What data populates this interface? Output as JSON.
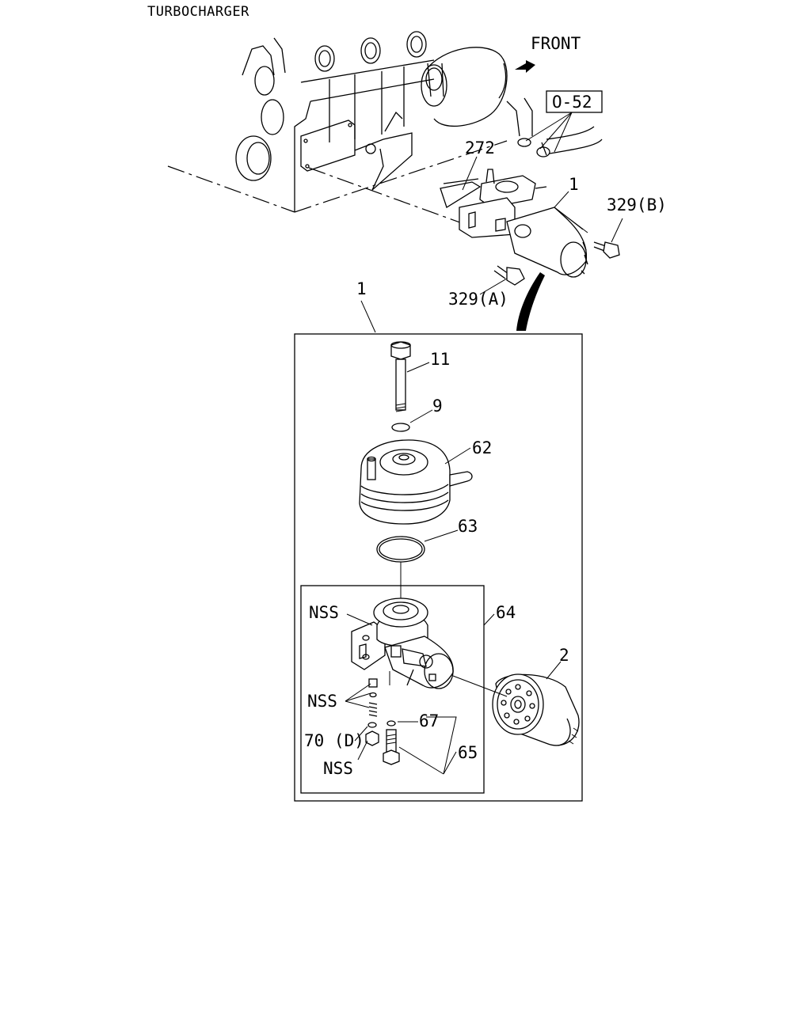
{
  "title": "TURBOCHARGER",
  "direction_label": "FRONT",
  "reference_box": "O-52",
  "callouts": {
    "c272": "272",
    "c1_top": "1",
    "c329b": "329(B)",
    "c329a": "329(A)",
    "c1_box": "1",
    "c11": "11",
    "c9": "9",
    "c62": "62",
    "c63": "63",
    "c64": "64",
    "c2": "2",
    "nss_1": "NSS",
    "nss_2": "NSS",
    "c67": "67",
    "c70d": "70 (D)",
    "c65": "65",
    "nss_3": "NSS"
  }
}
